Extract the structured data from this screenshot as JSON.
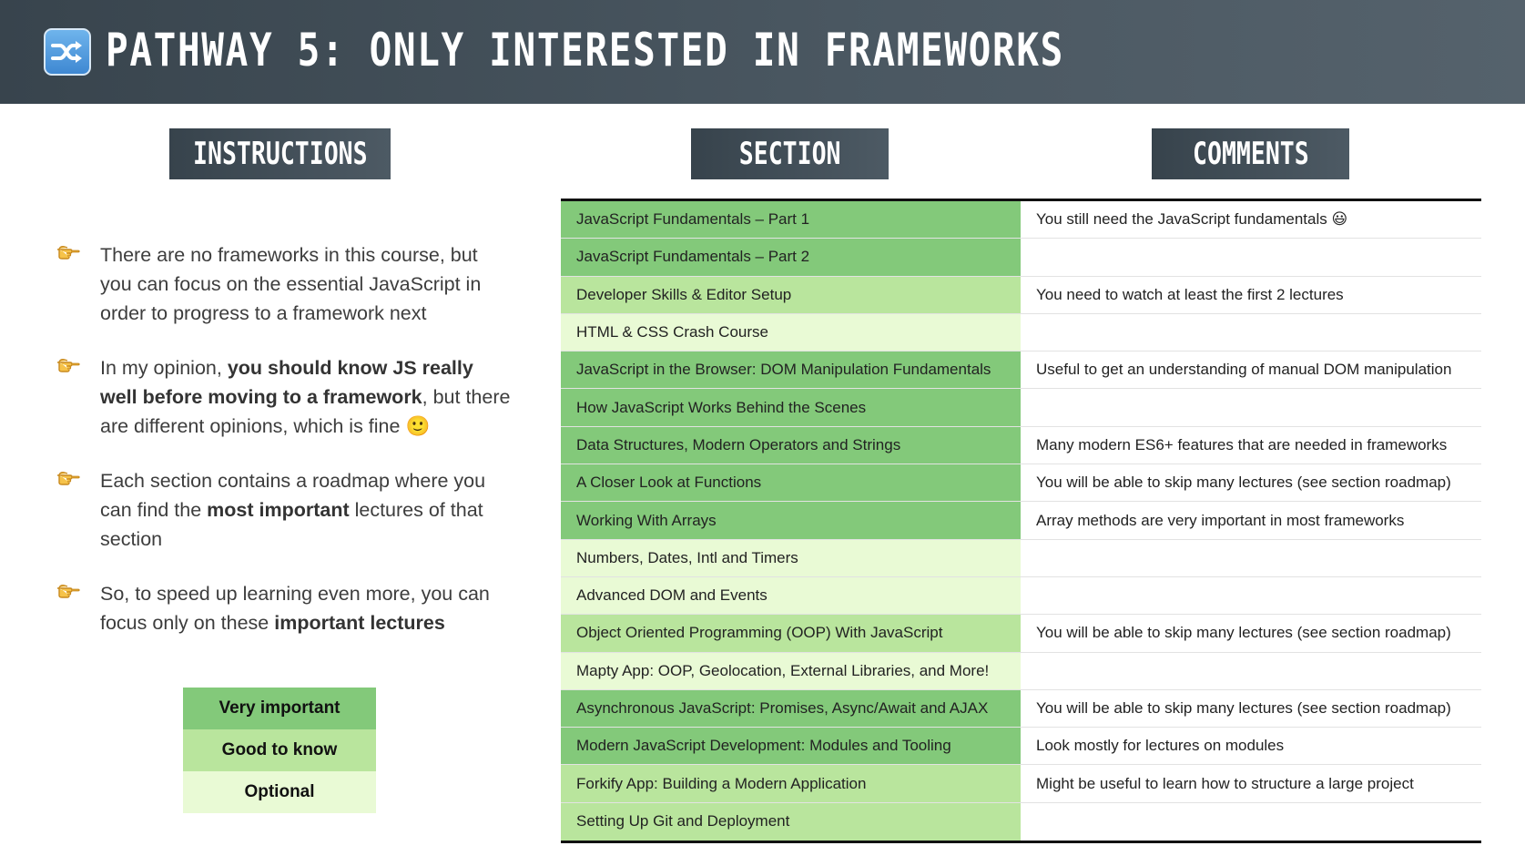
{
  "header": {
    "title": "PATHWAY 5: ONLY INTERESTED IN FRAMEWORKS",
    "icon": "shuffle-icon"
  },
  "columns": {
    "instructions": "INSTRUCTIONS",
    "section": "SECTION",
    "comments": "COMMENTS"
  },
  "colors": {
    "very_important": "#83c97a",
    "good_to_know": "#b9e59d",
    "optional": "#e9fad5",
    "header_bg": "#3f4b54"
  },
  "instructions": [
    {
      "parts": [
        {
          "t": "There are no frameworks in this course, but you can focus on the essential JavaScript in order to progress to a framework next",
          "b": false
        }
      ]
    },
    {
      "parts": [
        {
          "t": "In my opinion, ",
          "b": false
        },
        {
          "t": "you should know JS really well before moving to a framework",
          "b": true
        },
        {
          "t": ", but there are different opinions, which is fine ",
          "b": false
        },
        {
          "t": "🙂",
          "b": false
        }
      ]
    },
    {
      "parts": [
        {
          "t": "Each section contains a roadmap where you can find the ",
          "b": false
        },
        {
          "t": "most important",
          "b": true
        },
        {
          "t": " lectures of that section",
          "b": false
        }
      ]
    },
    {
      "parts": [
        {
          "t": "So, to speed up learning even more, you can focus only on these ",
          "b": false
        },
        {
          "t": "important lectures",
          "b": true
        }
      ]
    }
  ],
  "legend": [
    {
      "label": "Very important",
      "level": "very_important"
    },
    {
      "label": "Good to know",
      "level": "good_to_know"
    },
    {
      "label": "Optional",
      "level": "optional"
    }
  ],
  "rows": [
    {
      "section": "JavaScript Fundamentals – Part 1",
      "comment": "You still need the JavaScript fundamentals 😃",
      "level": "very_important"
    },
    {
      "section": "JavaScript Fundamentals – Part 2",
      "comment": "",
      "level": "very_important"
    },
    {
      "section": "Developer Skills & Editor Setup",
      "comment": "You need to watch at least the first 2 lectures",
      "level": "good_to_know"
    },
    {
      "section": "HTML & CSS Crash Course",
      "comment": "",
      "level": "optional"
    },
    {
      "section": "JavaScript in the Browser: DOM Manipulation Fundamentals",
      "comment": "Useful to get an understanding of manual DOM manipulation",
      "level": "very_important"
    },
    {
      "section": "How JavaScript Works Behind the Scenes",
      "comment": "",
      "level": "very_important"
    },
    {
      "section": "Data Structures, Modern Operators and Strings",
      "comment": "Many modern ES6+ features that are needed in frameworks",
      "level": "very_important"
    },
    {
      "section": "A Closer Look at Functions",
      "comment": "You will be able to skip many lectures (see section roadmap)",
      "level": "very_important"
    },
    {
      "section": "Working With Arrays",
      "comment": "Array methods are very important in most frameworks",
      "level": "very_important"
    },
    {
      "section": "Numbers, Dates, Intl and Timers",
      "comment": "",
      "level": "optional"
    },
    {
      "section": "Advanced DOM and Events",
      "comment": "",
      "level": "optional"
    },
    {
      "section": "Object Oriented Programming (OOP) With JavaScript",
      "comment": "You will be able to skip many lectures (see section roadmap)",
      "level": "good_to_know"
    },
    {
      "section": "Mapty App: OOP, Geolocation, External Libraries, and More!",
      "comment": "",
      "level": "optional"
    },
    {
      "section": "Asynchronous JavaScript: Promises, Async/Await and AJAX",
      "comment": "You will be able to skip many lectures (see section roadmap)",
      "level": "very_important"
    },
    {
      "section": "Modern JavaScript Development: Modules and Tooling",
      "comment": "Look mostly for lectures on modules",
      "level": "very_important"
    },
    {
      "section": "Forkify App: Building a Modern Application",
      "comment": "Might be useful to learn how to structure a large project",
      "level": "good_to_know"
    },
    {
      "section": "Setting Up Git and Deployment",
      "comment": "",
      "level": "good_to_know"
    }
  ]
}
